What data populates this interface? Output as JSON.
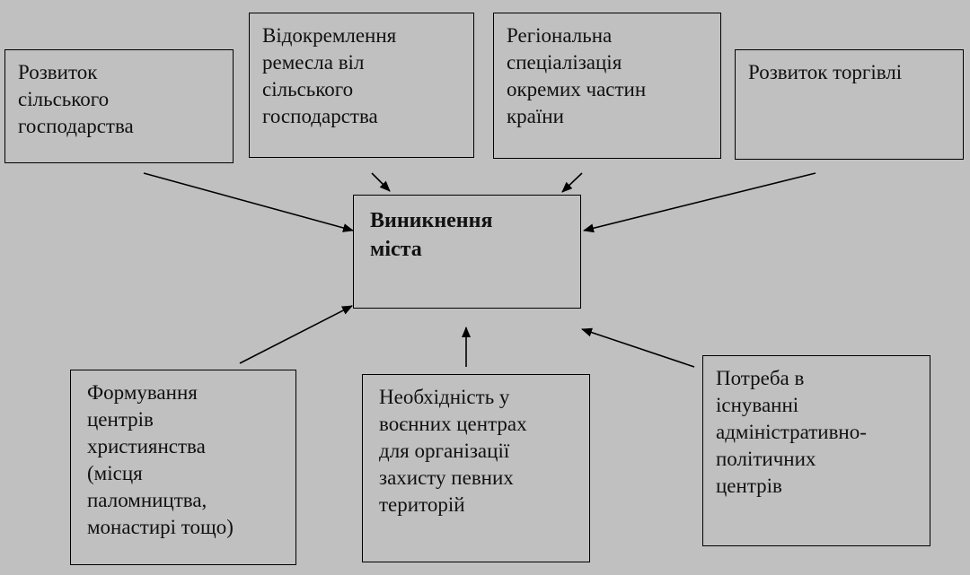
{
  "center": {
    "label": "Виникнення\nміста"
  },
  "factors": {
    "agriculture": "Розвиток\nсільського\nгосподарства",
    "crafts": "Відокремлення\nремесла віл\nсільського\nгосподарства",
    "regional": "Регіональна\nспеціалізація\nокремих частин\nкраїни",
    "trade": "Розвиток торгівлі",
    "christianity": "Формування\nцентрів\nхристиянства\n(місця\nпаломництва,\nмонастирі тощо)",
    "military": "Необхідність у\nвоєнних центрах\nдля організації\nзахисту певних\nтериторій",
    "administrative": "Потреба в\nіснуванні\nадміністративно-\nполітичних\nцентрів"
  },
  "colors": {
    "background": "#c0c0c0",
    "line": "#000000"
  }
}
